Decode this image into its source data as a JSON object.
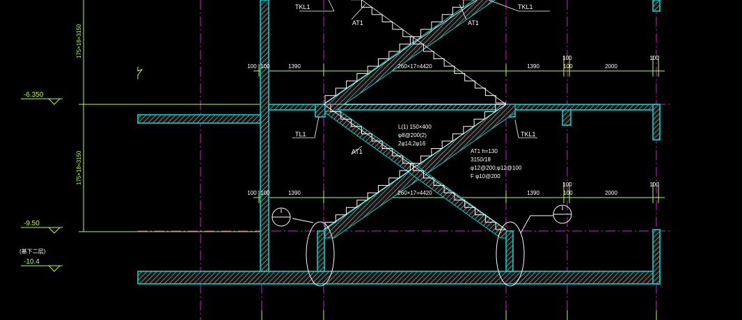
{
  "colors": {
    "background": "#000000",
    "structure": "#00d2d2",
    "hatch": "#e6e6e6",
    "dimension": "#b8ff4a",
    "axis": "#d21ed2",
    "stair": "#ffffff",
    "label": "#ffffff"
  },
  "labels": {
    "dim_left_upper": "175×18=3150",
    "dim_left_lower": "175×18=3150",
    "level_1": "-6.350",
    "level_2": "-9.50",
    "level_3_note": "(基下二层)",
    "level_3": "-10.4",
    "tkl_left_top": "TKL1",
    "tkl_right_top": "TKL1",
    "at_left_top": "AT1",
    "at_right_top": "AT1",
    "tl_left": "TL1",
    "tkl_right_mid": "TKL1",
    "at_left_mid": "AT1",
    "l_note_1": "L(1) 150×400",
    "l_note_2": "φ8@200(2)",
    "l_note_3": "2φ14;2φ16",
    "at_note_1": "AT1 h=130",
    "at_note_2": "3150/18",
    "at_note_3": "φ12@200;φ12@100",
    "at_note_4": "F φ10@200",
    "dims_row": [
      "100",
      "100",
      "1390",
      "260×17=4420",
      "1390",
      "100",
      "100",
      "2000",
      "100"
    ]
  }
}
